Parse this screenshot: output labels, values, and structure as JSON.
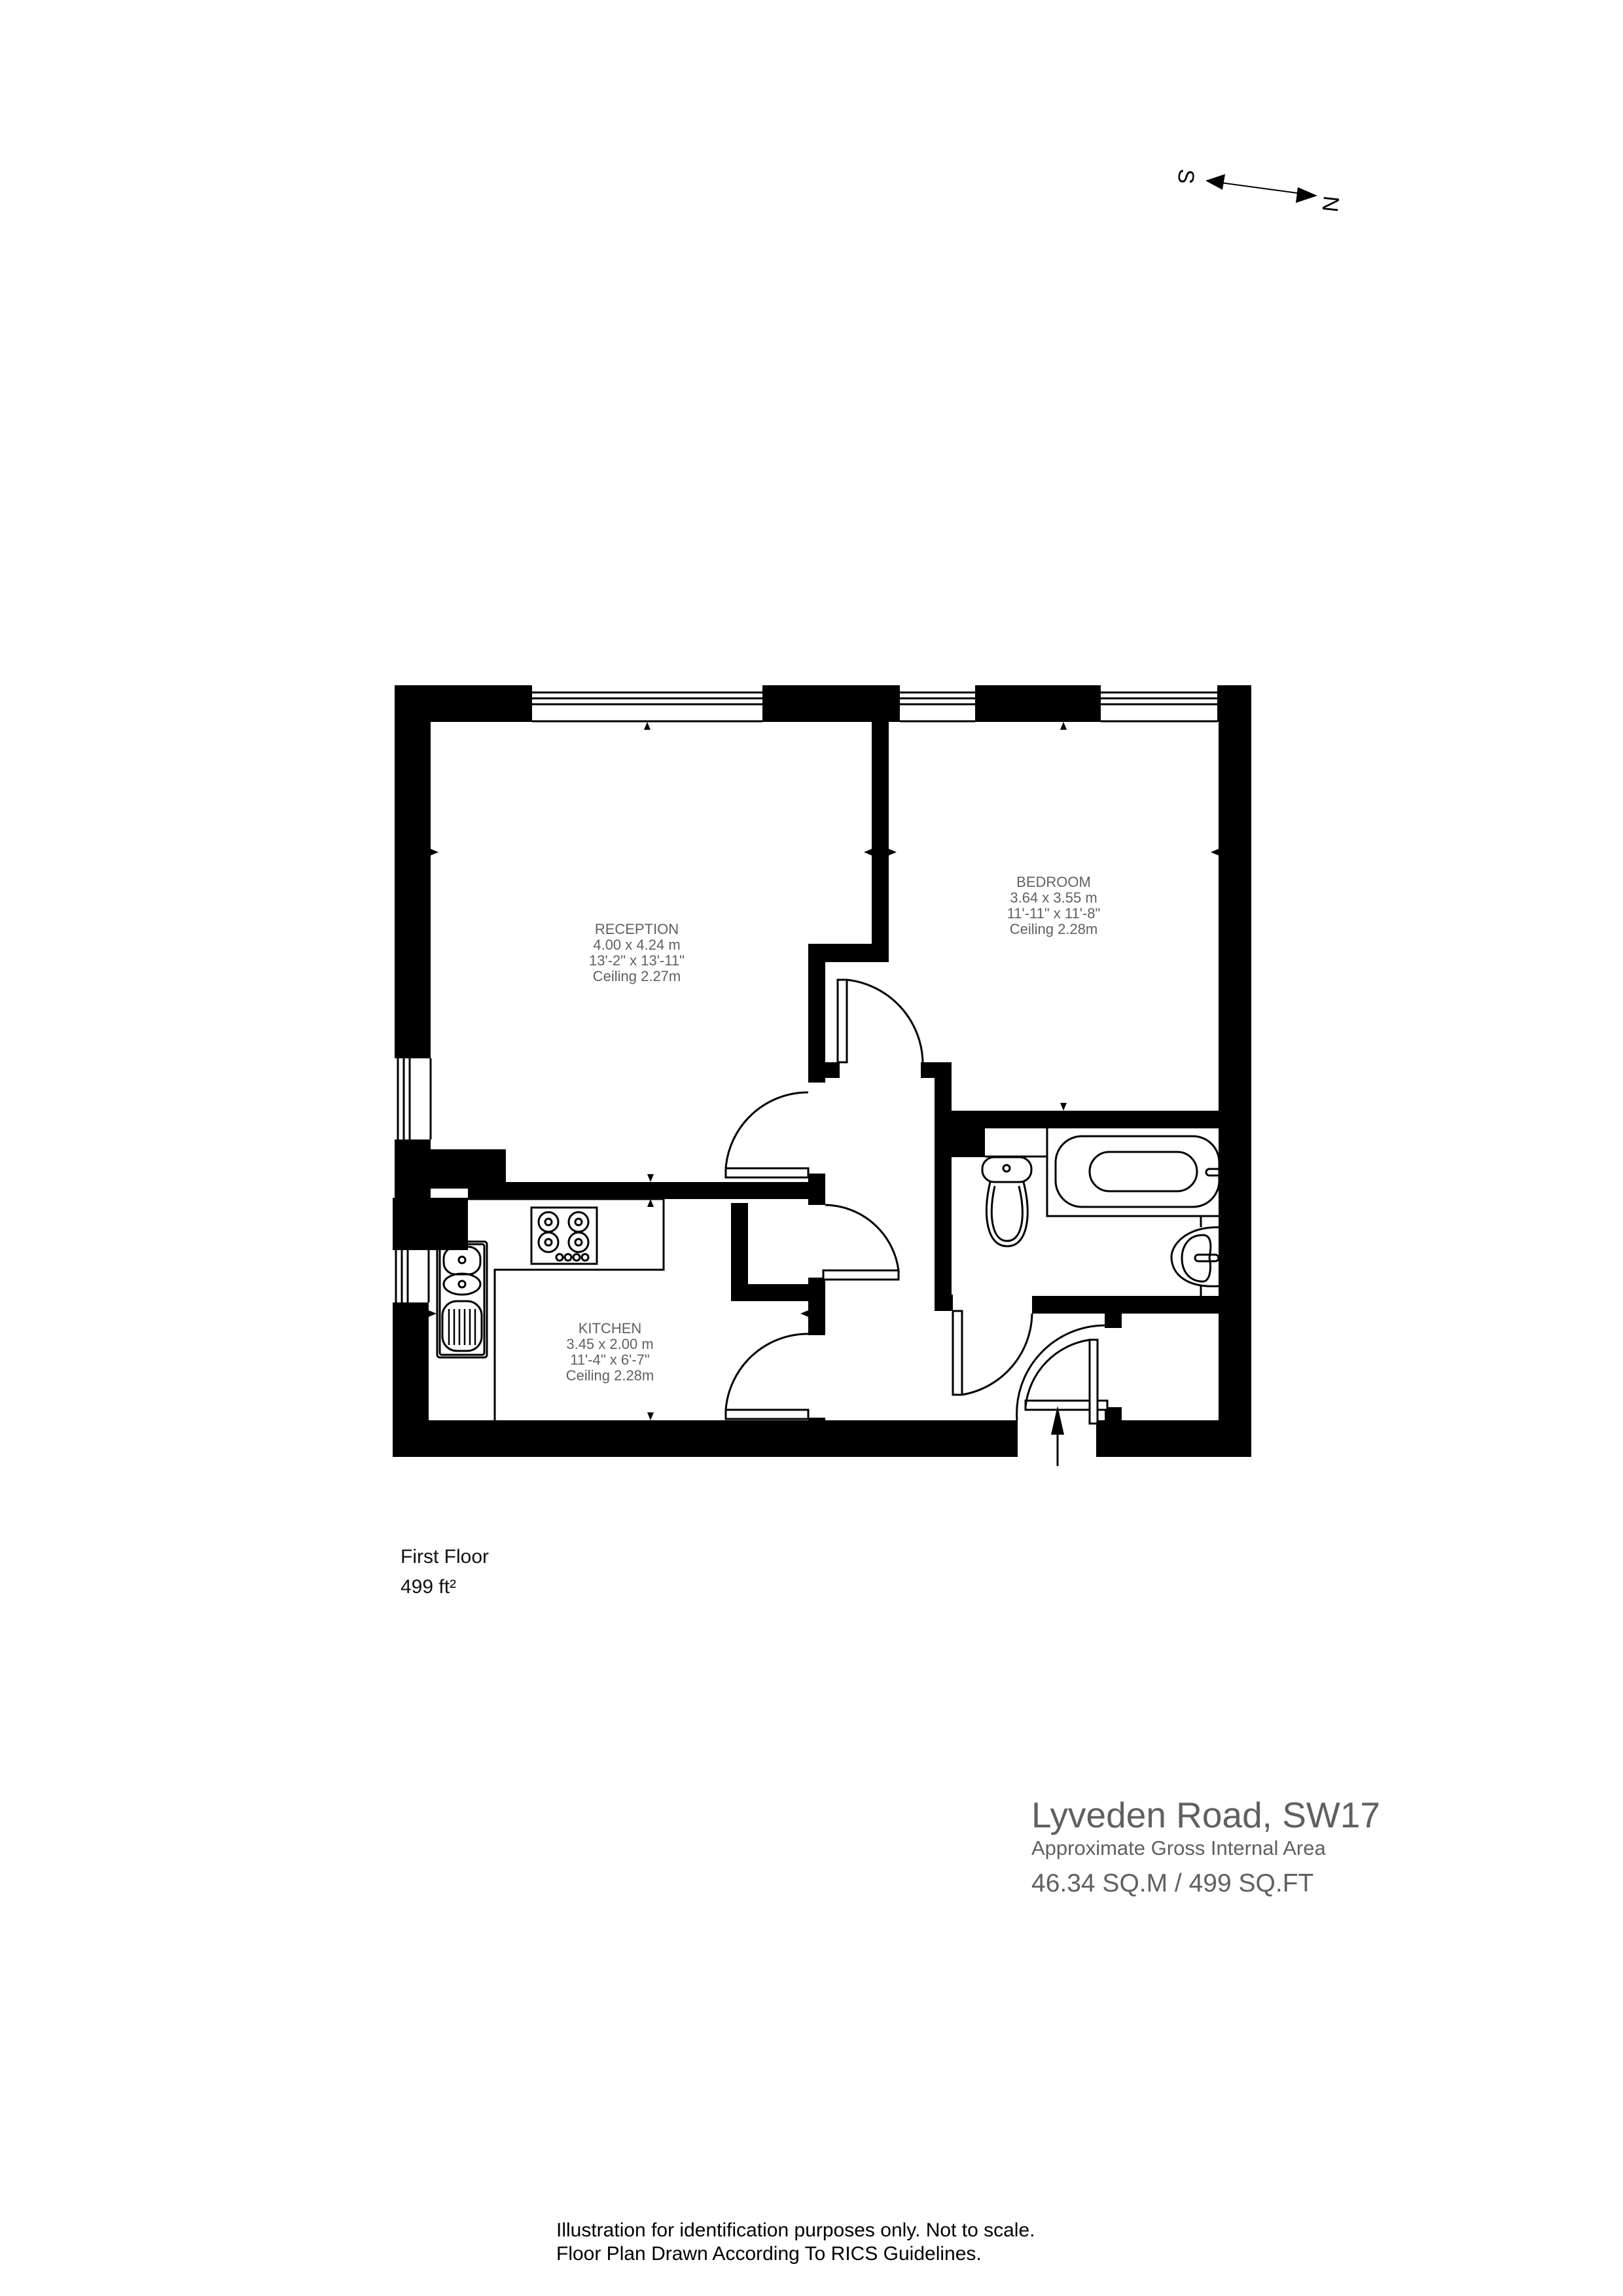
{
  "compass": {
    "south_label": "S",
    "north_label": "N",
    "icon": "compass-arrow-icon"
  },
  "rooms": {
    "reception": {
      "name": "RECEPTION",
      "metric": "4.00 x 4.24 m",
      "imperial": "13'-2\" x 13'-11\"",
      "ceiling": "Ceiling 2.27m"
    },
    "bedroom": {
      "name": "BEDROOM",
      "metric": "3.64 x 3.55 m",
      "imperial": "11'-11\" x 11'-8\"",
      "ceiling": "Ceiling 2.28m"
    },
    "kitchen": {
      "name": "KITCHEN",
      "metric": "3.45 x 2.00 m",
      "imperial": "11'-4\" x 6'-7\"",
      "ceiling": "Ceiling 2.28m"
    }
  },
  "fixtures": [
    "hob-icon",
    "double-sink-icon",
    "bath-icon",
    "toilet-icon",
    "basin-icon",
    "entrance-arrow-icon"
  ],
  "floor": {
    "name": "First Floor",
    "area": "499 ft²"
  },
  "property": {
    "title": "Lyveden Road, SW17",
    "subtitle": "Approximate Gross Internal Area",
    "area": "46.34 SQ.M / 499 SQ.FT"
  },
  "disclaimer": {
    "line1": "Illustration for identification purposes only. Not to scale.",
    "line2": "Floor Plan Drawn According To RICS Guidelines."
  },
  "colors": {
    "wall": "#000000",
    "label_text": "#606060",
    "background": "#ffffff"
  }
}
